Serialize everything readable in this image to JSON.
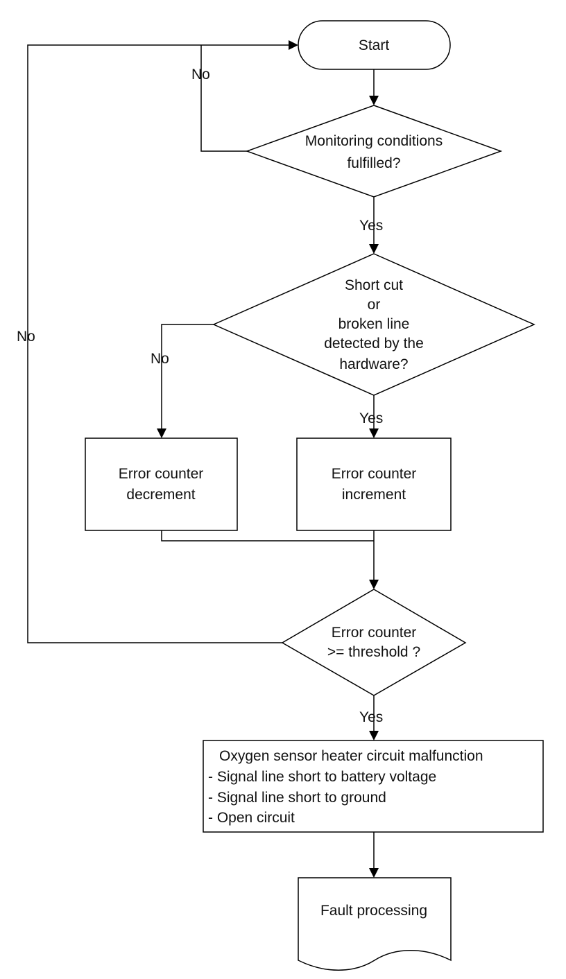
{
  "nodes": {
    "start": {
      "label": "Start"
    },
    "monitoring": {
      "line1": "Monitoring  conditions",
      "line2": "fulfilled?"
    },
    "detect": {
      "line1": "Short cut",
      "line2": "or",
      "line3": "broken line",
      "line4": "detected by the",
      "line5": "hardware?"
    },
    "decrement": {
      "line1": "Error counter",
      "line2": "decrement"
    },
    "increment": {
      "line1": "Error counter",
      "line2": "increment"
    },
    "threshold": {
      "line1": "Error counter",
      "line2": ">= threshold ?"
    },
    "malfunction": {
      "title": "Oxygen sensor heater circuit malfunction",
      "item1": "- Signal line short to battery voltage",
      "item2": "- Signal line short to ground",
      "item3": "- Open circuit"
    },
    "fault": {
      "label": "Fault processing"
    }
  },
  "edges": {
    "monitoring_no": "No",
    "monitoring_yes": "Yes",
    "detect_no": "No",
    "detect_yes": "Yes",
    "threshold_no": "No",
    "threshold_yes": "Yes"
  }
}
